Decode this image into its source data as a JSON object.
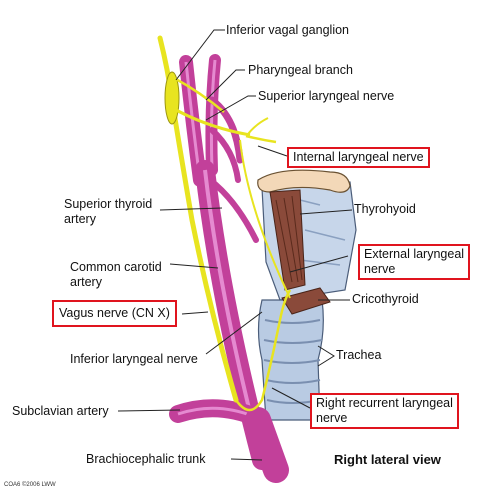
{
  "diagram": {
    "view_title": "Right lateral view",
    "copyright": "COA6 ©2006 LWW",
    "labels": {
      "inferior_vagal_ganglion": "Inferior vagal ganglion",
      "pharyngeal_branch": "Pharyngeal branch",
      "superior_laryngeal_nerve": "Superior laryngeal nerve",
      "internal_laryngeal_nerve": "Internal laryngeal nerve",
      "thyrohyoid": "Thyrohyoid",
      "superior_thyroid_artery_l1": "Superior thyroid",
      "superior_thyroid_artery_l2": "artery",
      "external_laryngeal_nerve_l1": "External laryngeal",
      "external_laryngeal_nerve_l2": "nerve",
      "common_carotid_artery_l1": "Common carotid",
      "common_carotid_artery_l2": "artery",
      "cricothyroid": "Cricothyroid",
      "vagus_nerve": "Vagus nerve (CN X)",
      "inferior_laryngeal_nerve": "Inferior laryngeal nerve",
      "trachea": "Trachea",
      "right_recurrent_laryngeal_nerve_l1": "Right recurrent laryngeal",
      "right_recurrent_laryngeal_nerve_l2": "nerve",
      "subclavian_artery": "Subclavian artery",
      "brachiocephalic_trunk": "Brachiocephalic trunk"
    },
    "colors": {
      "artery": "#c2409a",
      "artery_highlight": "#e58ad0",
      "nerve": "#e8e420",
      "cartilage": "#b9cbe3",
      "muscle": "#8a4a3a",
      "hyoid": "#f3d8b8",
      "highlight_box": "#e0141e"
    }
  }
}
